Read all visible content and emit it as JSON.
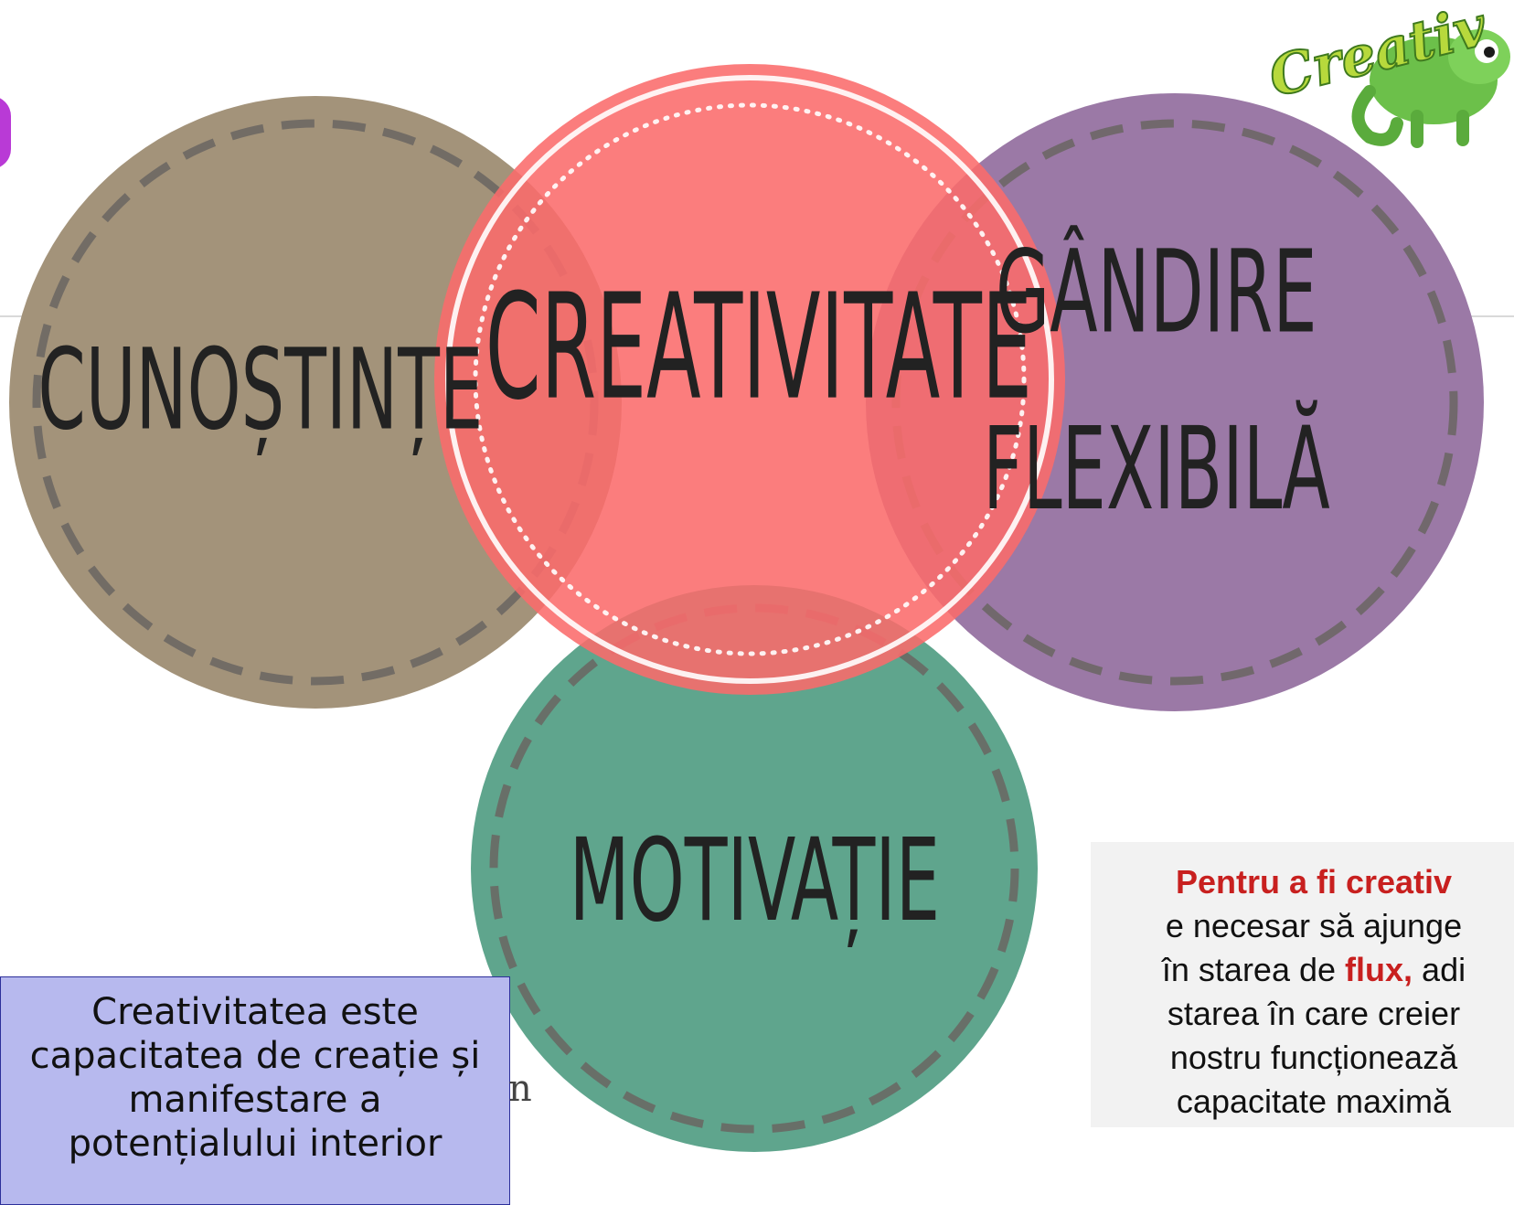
{
  "diagram": {
    "circles": [
      {
        "id": "cunostinte",
        "label": "CUNOȘTINȚE",
        "color": "#a3937a"
      },
      {
        "id": "creativitate",
        "label": "CREATIVITATE",
        "color": "#fa7b7b"
      },
      {
        "id": "gandire",
        "label_line1": "GÂNDIRE",
        "label_line2": "FLEXIBILĂ",
        "color": "#9b79a6"
      },
      {
        "id": "motivatie",
        "label": "MOTIVAȚIE",
        "color": "#5fa58d"
      }
    ]
  },
  "definition_box": {
    "lines": [
      "Creativitatea este",
      "capacitatea de creație și",
      "manifestare a",
      "potențialului interior"
    ]
  },
  "stray_char": "n",
  "flux_box": {
    "line1": "Pentru a fi creativ",
    "line2": "e necesar să ajunge",
    "line3_pre": "în starea de ",
    "line3_hl": "flux,",
    "line3_post": " adi",
    "line4": "starea în care creier",
    "line5": "nostru funcționează",
    "line6": "capacitate maximă"
  },
  "logo": {
    "text": "Creativ",
    "icon": "chameleon-icon"
  }
}
